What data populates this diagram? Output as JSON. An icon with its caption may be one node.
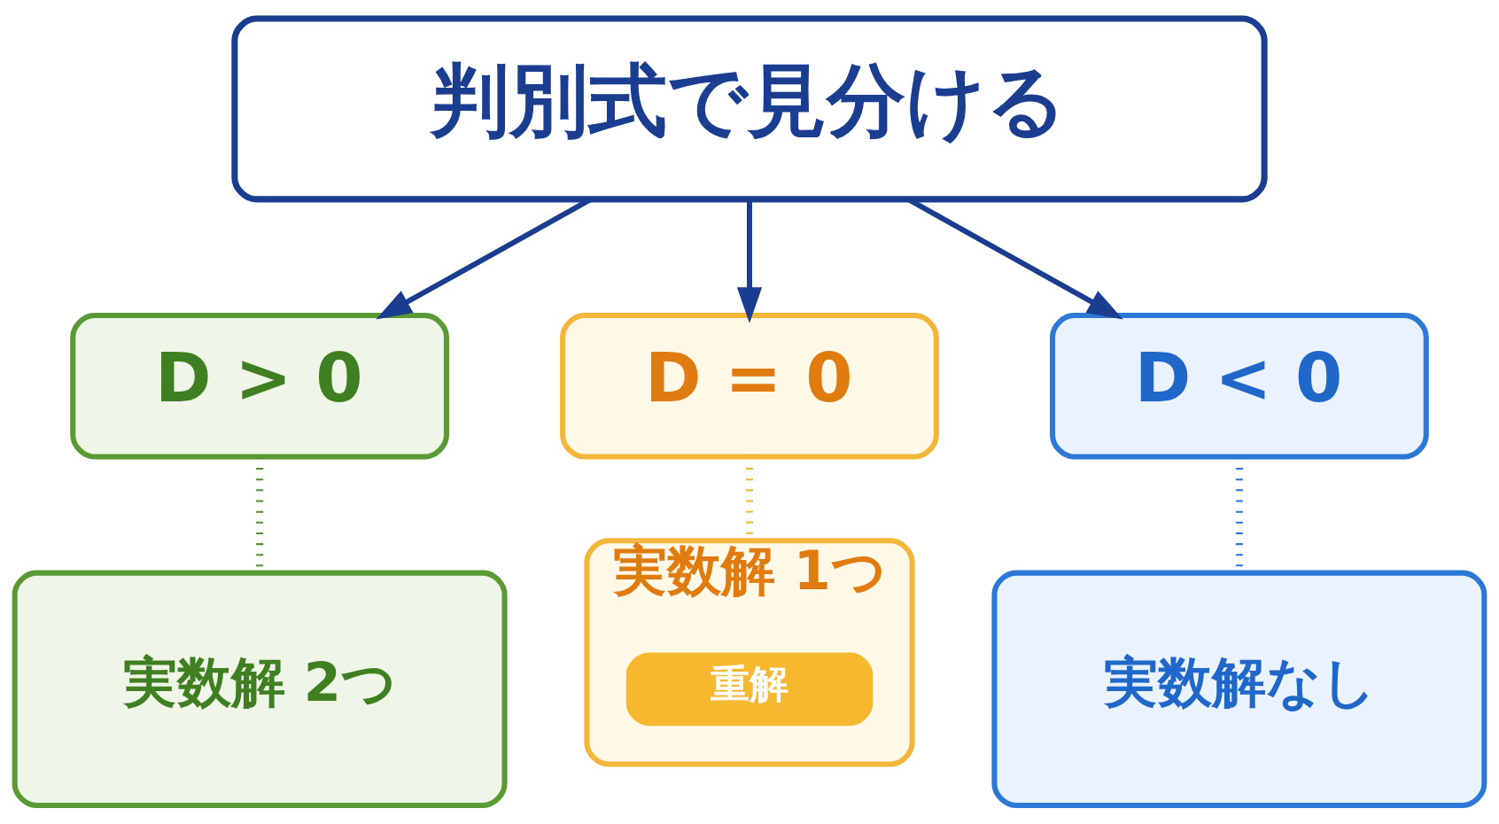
{
  "diagram": {
    "nodes": [
      {
        "text": [
          "判別式で見分ける"
        ]
      },
      {
        "text": [
          "D > 0"
        ]
      },
      {
        "text": [
          "D = 0"
        ]
      },
      {
        "text": [
          "D < 0"
        ]
      },
      {
        "text": [
          "実数解 2つ"
        ]
      },
      {
        "text": [
          "実数解 1つ"
        ]
      },
      {
        "text": [
          "重解"
        ],
        "in": 5
      },
      {
        "text": [
          "実数解なし"
        ]
      }
    ],
    "edges": [
      {
        "from": 0,
        "to": 1,
        "arrow": "to"
      },
      {
        "from": 0,
        "to": 2,
        "arrow": "to"
      },
      {
        "from": 0,
        "to": 3,
        "arrow": "to"
      },
      {
        "from": 1,
        "to": 4,
        "arrow": "none",
        "style": "dashed",
        "color": "#4c8f2c"
      },
      {
        "from": 2,
        "to": 5,
        "arrow": "none",
        "style": "dashed",
        "color": "#f2b630"
      },
      {
        "from": 3,
        "to": 7,
        "arrow": "none",
        "style": "dashed",
        "color": "#2b74d4"
      }
    ]
  }
}
